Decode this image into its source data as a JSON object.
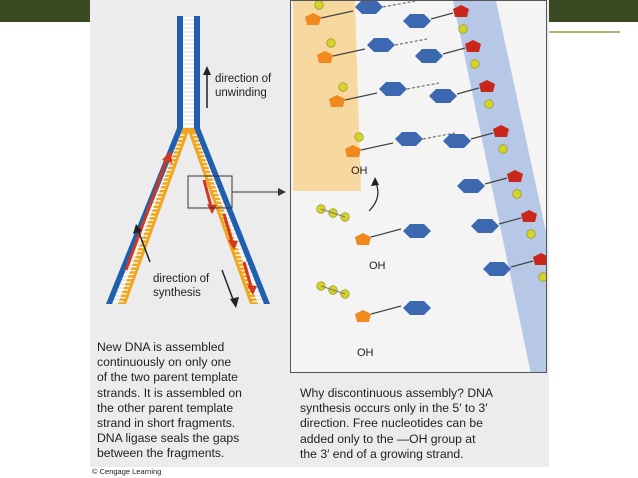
{
  "fork_labels": {
    "unwinding": [
      "direction of",
      "unwinding"
    ],
    "synthesis": [
      "direction of",
      "synthesis"
    ]
  },
  "left_caption": [
    "New DNA is assembled",
    "continuously on only one",
    "of the two parent template",
    "strands. It is assembled on",
    "the other parent template",
    "strand in short fragments.",
    "DNA ligase seals the gaps",
    "between the fragments."
  ],
  "right_caption": [
    "Why discontinuous assembly? DNA",
    "synthesis occurs only in the 5′ to 3′",
    "direction. Free nucleotides can be",
    "added only to the —OH group at",
    "the 3′ end of a growing strand."
  ],
  "credit": "© Cengage Learning",
  "oh_labels": [
    "OH",
    "OH",
    "OH"
  ],
  "colors": {
    "frame_bar": "#3b4b21",
    "panel": "#ececec",
    "parent_strand": "#1f5fae",
    "new_strand": "#f2a51e",
    "new_strand_highlight": "#f7d9a0",
    "parent_highlight": "#b7c7e6",
    "sugar": "#f08a1e",
    "phosphate": "#d5d32a",
    "base": "#3c68b0",
    "red_sugar": "#c8281c"
  }
}
